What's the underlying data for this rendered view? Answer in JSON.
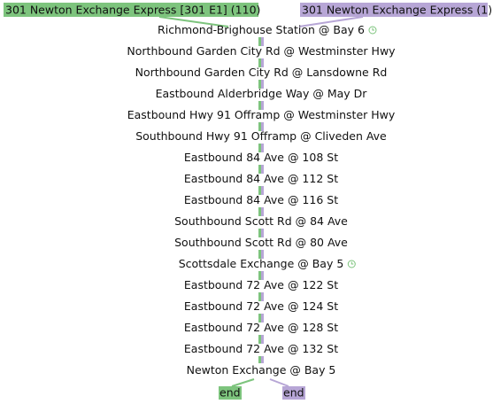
{
  "colors": {
    "route_a": "#7dc47d",
    "route_b": "#b7a6d6",
    "text": "#111111",
    "background": "#ffffff"
  },
  "routes": [
    {
      "label": "301 Newton Exchange Express [301 E1] (110)",
      "color": "#7dc47d",
      "end_label": "end"
    },
    {
      "label": "301 Newton Exchange Express (1)",
      "color": "#b7a6d6",
      "end_label": "end"
    }
  ],
  "stops": [
    {
      "name": "Richmond-Brighouse Station @ Bay 6",
      "timepoint": true
    },
    {
      "name": "Northbound Garden City Rd @ Westminster Hwy",
      "timepoint": false
    },
    {
      "name": "Northbound Garden City Rd @ Lansdowne Rd",
      "timepoint": false
    },
    {
      "name": "Eastbound Alderbridge Way @ May Dr",
      "timepoint": false
    },
    {
      "name": "Eastbound Hwy 91 Offramp @ Westminster Hwy",
      "timepoint": false
    },
    {
      "name": "Southbound Hwy 91 Offramp @ Cliveden Ave",
      "timepoint": false
    },
    {
      "name": "Eastbound 84 Ave @ 108 St",
      "timepoint": false
    },
    {
      "name": "Eastbound 84 Ave @ 112 St",
      "timepoint": false
    },
    {
      "name": "Eastbound 84 Ave @ 116 St",
      "timepoint": false
    },
    {
      "name": "Southbound Scott Rd @ 84 Ave",
      "timepoint": false
    },
    {
      "name": "Southbound Scott Rd @ 80 Ave",
      "timepoint": false
    },
    {
      "name": "Scottsdale Exchange @ Bay 5",
      "timepoint": true
    },
    {
      "name": "Eastbound 72 Ave @ 122 St",
      "timepoint": false
    },
    {
      "name": "Eastbound 72 Ave @ 124 St",
      "timepoint": false
    },
    {
      "name": "Eastbound 72 Ave @ 128 St",
      "timepoint": false
    },
    {
      "name": "Eastbound 72 Ave @ 132 St",
      "timepoint": false
    },
    {
      "name": "Newton Exchange @ Bay 5",
      "timepoint": false
    }
  ]
}
